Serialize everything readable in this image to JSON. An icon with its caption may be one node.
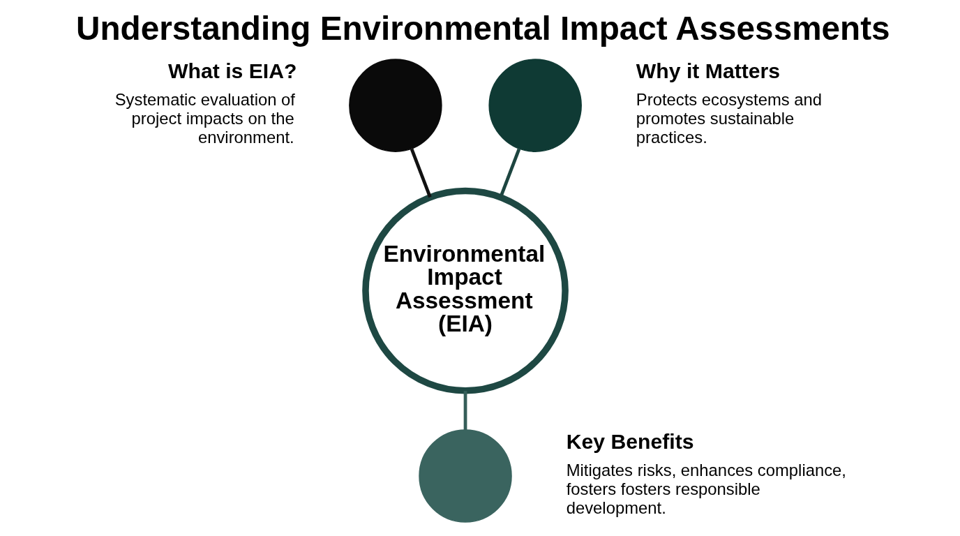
{
  "diagram": {
    "title": "Understanding Environmental Impact Assessments",
    "nodes": [
      {
        "text": [
          "Environmental Impact Assessment (EIA)"
        ]
      },
      {
        "text": [],
        "shape": "circle",
        "beside": [
          "What is EIA?",
          "Systematic evaluation of project impacts on the environment."
        ]
      },
      {
        "text": [],
        "shape": "circle",
        "beside": [
          "Why it Matters",
          "Protects ecosystems and promotes sustainable practices."
        ]
      },
      {
        "text": [],
        "shape": "circle",
        "beside": [
          "Key Benefits",
          "Mitigates risks, enhances compliance, fosters fosters responsible development."
        ]
      }
    ],
    "edges": [
      {
        "from": 0,
        "to": 1,
        "arrow": "none",
        "color": "#111111"
      },
      {
        "from": 0,
        "to": 2,
        "arrow": "none",
        "color": "#1d4540"
      },
      {
        "from": 0,
        "to": 3,
        "arrow": "none",
        "color": "#355e59"
      }
    ]
  }
}
